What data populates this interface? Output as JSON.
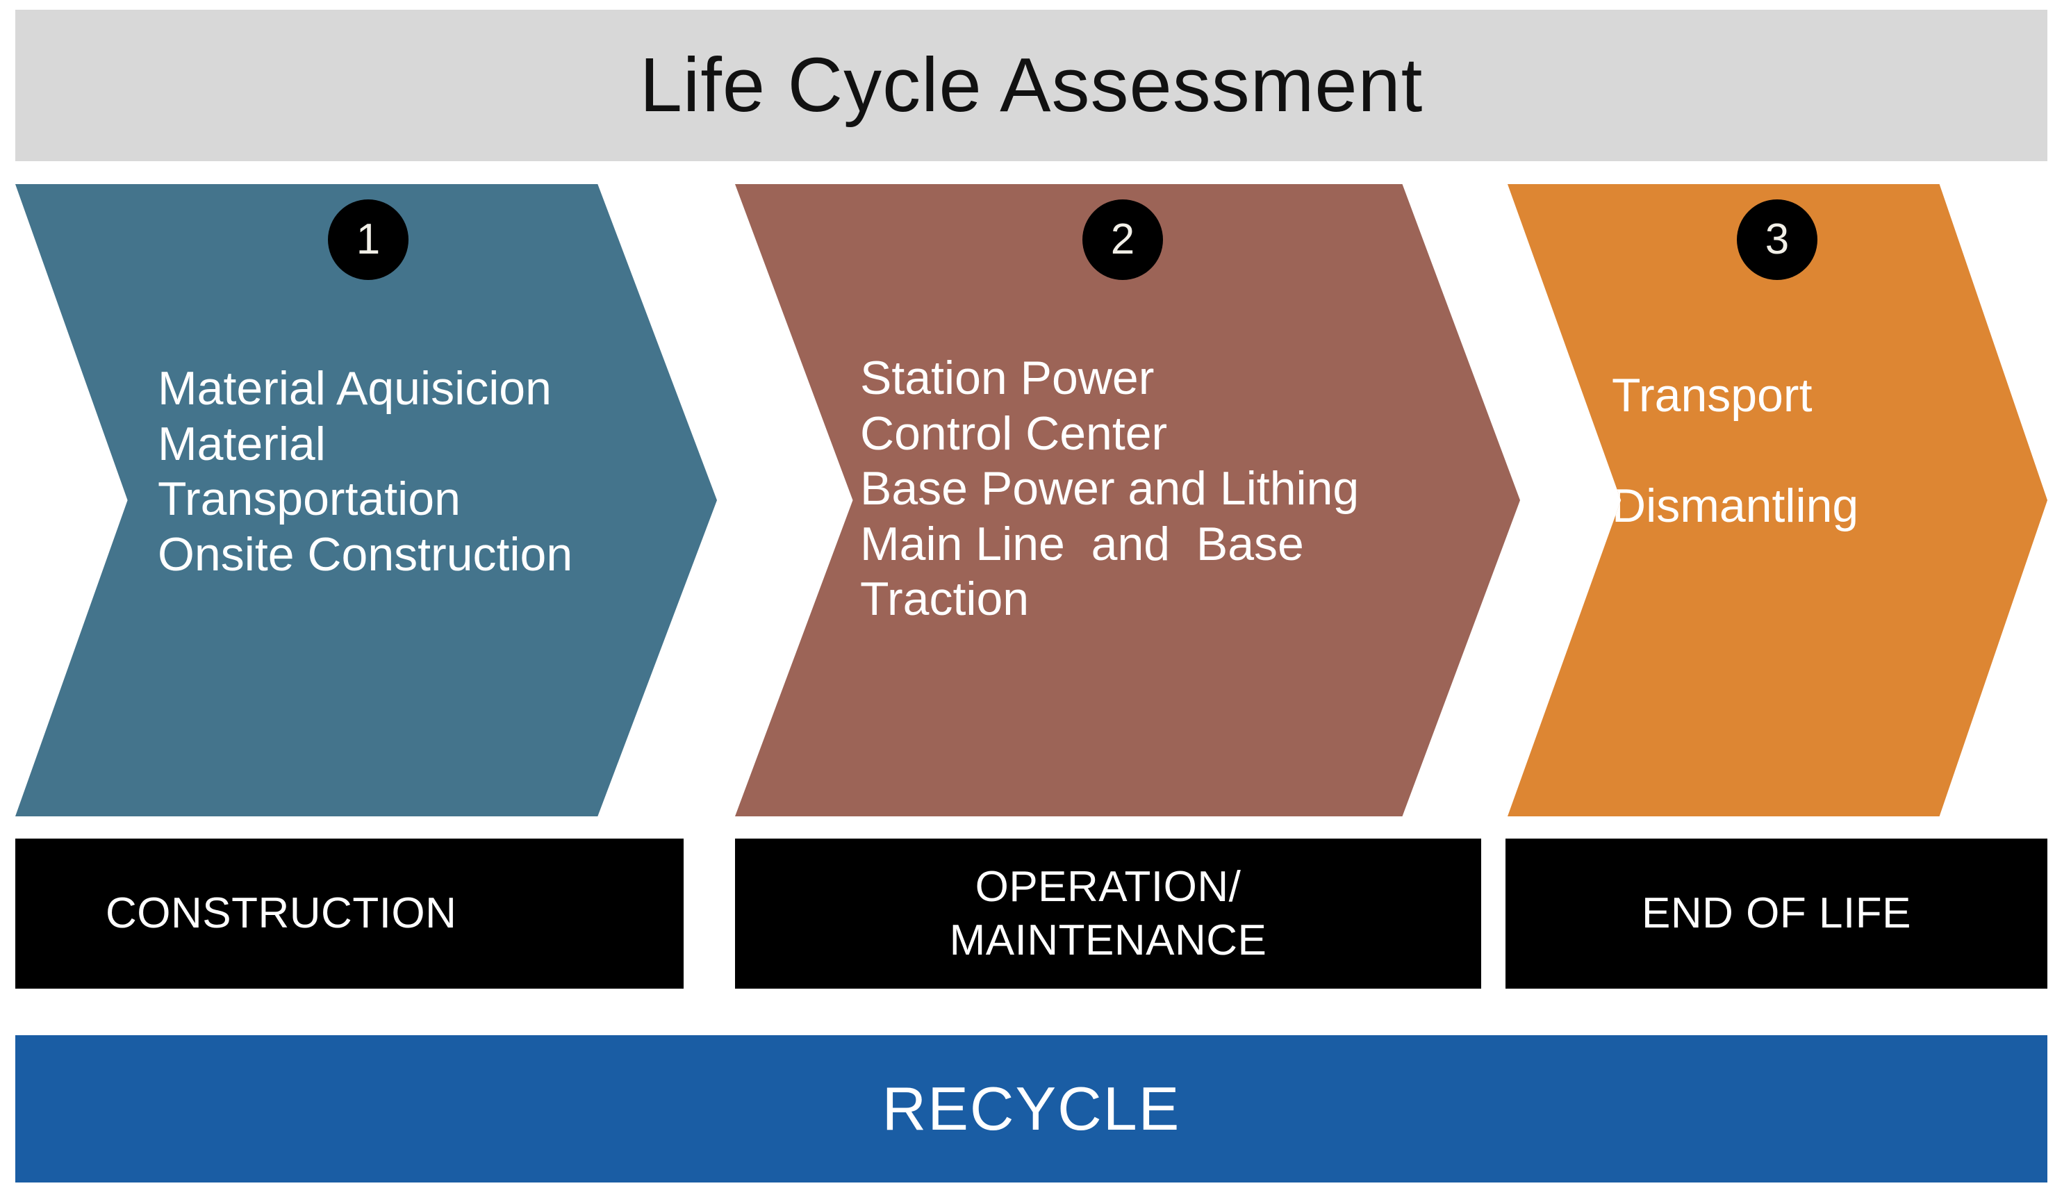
{
  "header": {
    "title": "Life Cycle Assessment",
    "background_color": "#D8D8D8"
  },
  "stages": [
    {
      "number": "1",
      "color": "#44748C",
      "items_text": "Material Aquisicion\nMaterial\nTransportation\nOnsite Construction",
      "items": [
        "Material Aquisicion",
        "Material Transportation",
        "Onsite Construction"
      ],
      "label": "CONSTRUCTION"
    },
    {
      "number": "2",
      "color": "#9C6457",
      "items_text": "Station Power\nControl Center\nBase Power and Lithing\nMain Line  and  Base\nTraction",
      "items": [
        "Station Power",
        "Control Center",
        "Base Power and Lithing",
        "Main Line  and  Base Traction"
      ],
      "label": "OPERATION/\nMAINTENANCE"
    },
    {
      "number": "3",
      "color": "#DD8633",
      "items_text": "Transport\n\nDismantling",
      "items": [
        "Transport",
        "Dismantling"
      ],
      "label": "END OF LIFE"
    }
  ],
  "footer": {
    "label": "RECYCLE",
    "background_color": "#1A5DA4"
  },
  "colors": {
    "badge": "#000000",
    "label_bar": "#000000",
    "text_on_color": "#FFFFFF",
    "page_background": "#FFFFFF"
  }
}
